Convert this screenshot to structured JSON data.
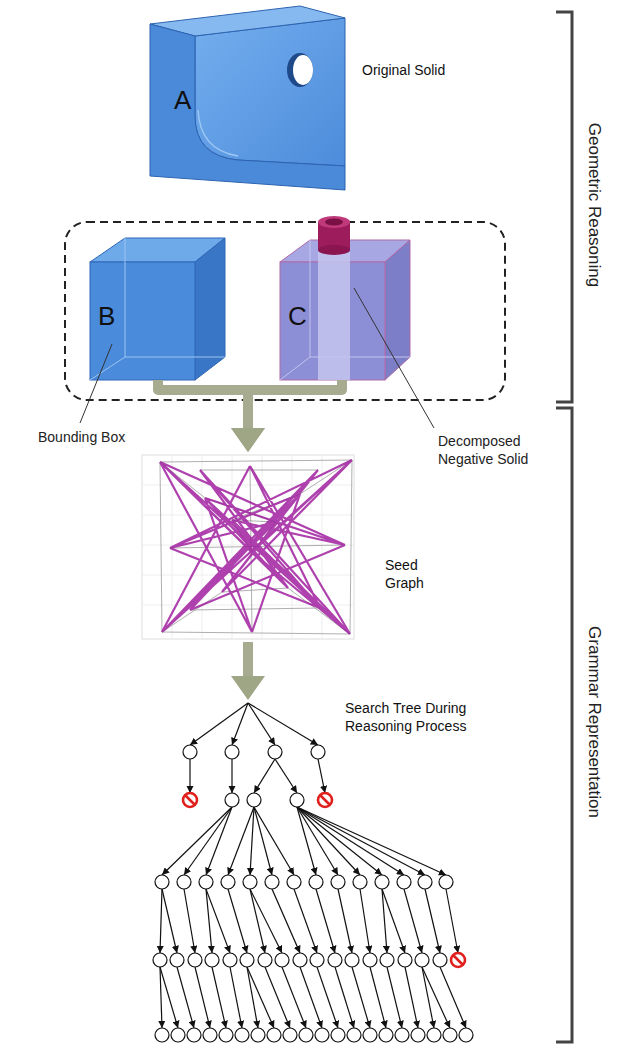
{
  "diagram": {
    "nodes": [
      {
        "text": [
          "A",
          "Original Solid"
        ]
      },
      {
        "text": [
          "B"
        ]
      },
      {
        "text": [
          "C"
        ]
      },
      {
        "text": [
          "Seed Graph"
        ]
      },
      {
        "text": [
          "Search Tree During Reasoning Process"
        ]
      }
    ],
    "edges": [
      {
        "from": 1,
        "to": 3,
        "arrow": "to"
      },
      {
        "from": 2,
        "to": 3,
        "arrow": "to"
      },
      {
        "from": 3,
        "to": 4,
        "arrow": "to"
      }
    ],
    "labels": [
      "Bounding Box",
      "Decomposed Negative Solid",
      "Geometric Reasoning",
      "Grammar Representation"
    ]
  }
}
